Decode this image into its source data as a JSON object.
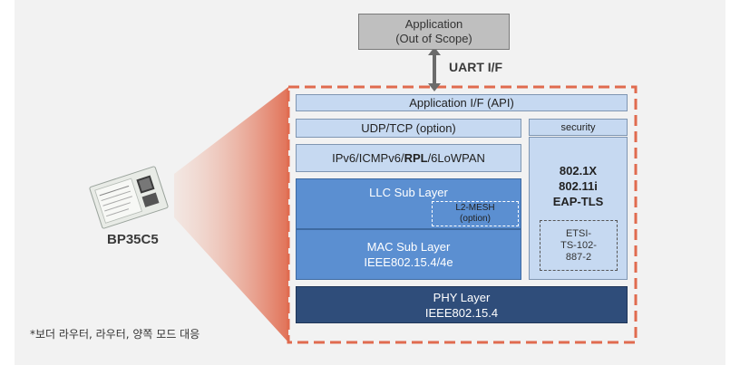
{
  "application_box": {
    "line1": "Application",
    "line2": "(Out of Scope)"
  },
  "uart_label": "UART I/F",
  "module_label": "BP35C5",
  "footnote": "*보더 라우터, 라우터, 양쪽 모드 대응",
  "layers": {
    "app_if": "Application I/F (API)",
    "udp_tcp": "UDP/TCP (option)",
    "security_header": "security",
    "ipv6_pre": "IPv6/ICMPv6/",
    "ipv6_bold": "RPL",
    "ipv6_post": "/6LoWPAN",
    "security_line1": "802.1X",
    "security_line2": "802.11i",
    "security_line3": "EAP-TLS",
    "llc": "LLC Sub Layer",
    "l2mesh_line1": "L2-MESH",
    "l2mesh_line2": "(option)",
    "etsi_line1": "ETSI-",
    "etsi_line2": "TS-102-",
    "etsi_line3": "887-2",
    "mac_line1": "MAC Sub Layer",
    "mac_line2": "IEEE802.15.4/4e",
    "phy_line1": "PHY Layer",
    "phy_line2": "IEEE802.15.4"
  },
  "colors": {
    "dashed_border": "#e06b4f",
    "light_box": "#c6d9f1",
    "mid_box": "#5b8fd1",
    "dark_box": "#2f4d7a",
    "arrow": "#6b6b6b"
  }
}
